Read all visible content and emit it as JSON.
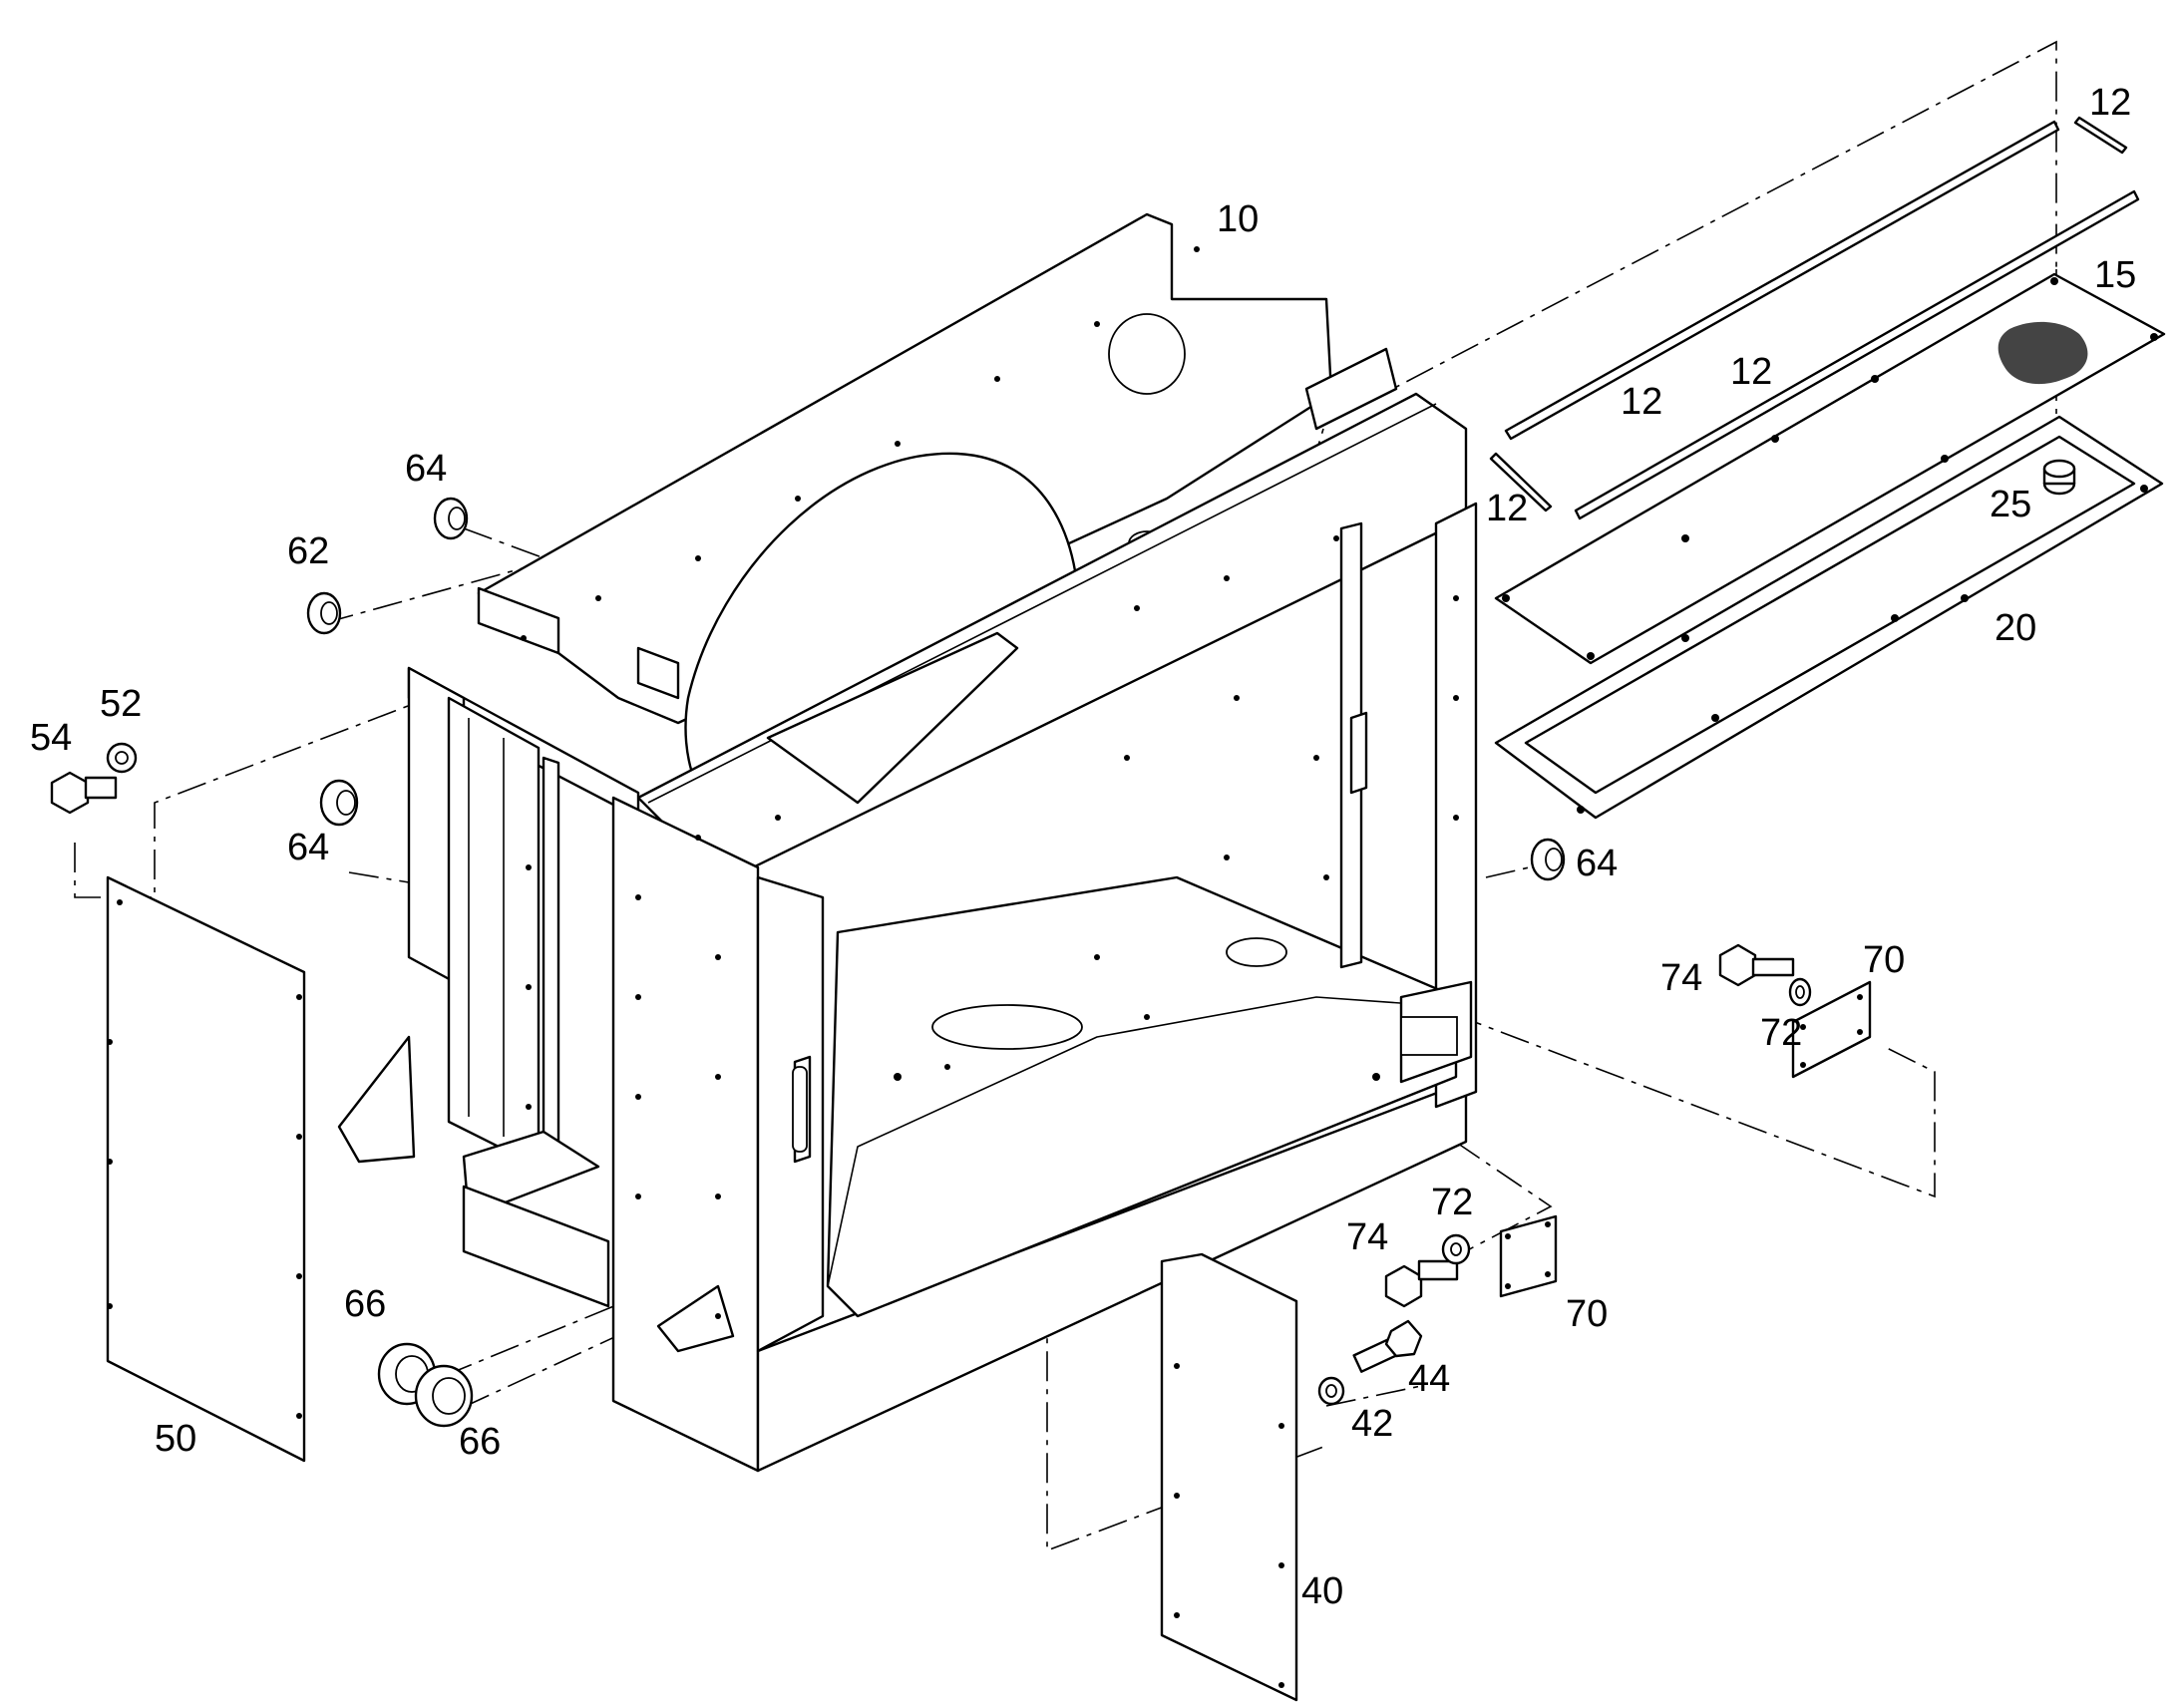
{
  "diagram": {
    "callouts": [
      {
        "id": "c10",
        "text": "10"
      },
      {
        "id": "c12a",
        "text": "12"
      },
      {
        "id": "c12b",
        "text": "12"
      },
      {
        "id": "c12c",
        "text": "12"
      },
      {
        "id": "c12d",
        "text": "12"
      },
      {
        "id": "c15",
        "text": "15"
      },
      {
        "id": "c20",
        "text": "20"
      },
      {
        "id": "c25",
        "text": "25"
      },
      {
        "id": "c40",
        "text": "40"
      },
      {
        "id": "c42",
        "text": "42"
      },
      {
        "id": "c44",
        "text": "44"
      },
      {
        "id": "c50",
        "text": "50"
      },
      {
        "id": "c52",
        "text": "52"
      },
      {
        "id": "c54",
        "text": "54"
      },
      {
        "id": "c62",
        "text": "62"
      },
      {
        "id": "c64a",
        "text": "64"
      },
      {
        "id": "c64b",
        "text": "64"
      },
      {
        "id": "c64c",
        "text": "64"
      },
      {
        "id": "c66a",
        "text": "66"
      },
      {
        "id": "c66b",
        "text": "66"
      },
      {
        "id": "c70a",
        "text": "70"
      },
      {
        "id": "c70b",
        "text": "70"
      },
      {
        "id": "c72a",
        "text": "72"
      },
      {
        "id": "c72b",
        "text": "72"
      },
      {
        "id": "c74a",
        "text": "74"
      },
      {
        "id": "c74b",
        "text": "74"
      }
    ]
  }
}
